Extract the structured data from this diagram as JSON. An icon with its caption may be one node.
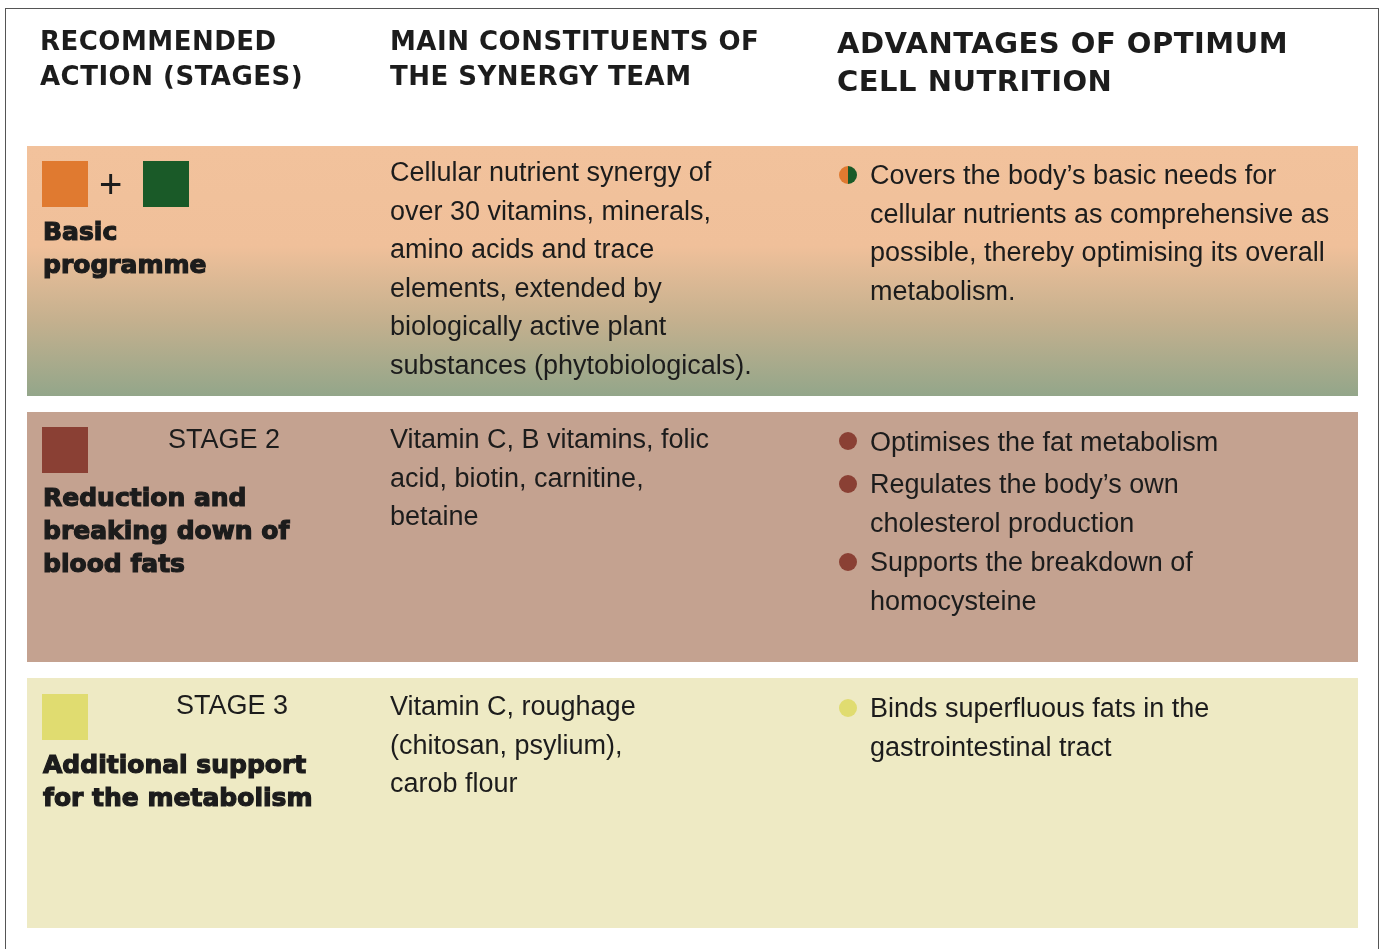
{
  "diagram": {
    "labels": [
      "RECOMMENDED ACTION (STAGES)",
      "MAIN CONSTITUENTS OF THE SYNERGY TEAM",
      "ADVANTAGES OF OPTIMUM CELL NUTRITION",
      "+",
      "Basic programme",
      "Cellular nutrient synergy of over 30 vitamins, minerals, amino acids and trace elements, extended by biologically active plant substances (phytobiologicals).",
      "Covers the body’s basic needs for cellular nutrients as comprehensive as possible, thereby optimising its overall metabolism.",
      "STAGE 2",
      "Reduction and breaking down of blood fats",
      "Vitamin C, B vitamins, folic acid, biotin, carnitine, betaine",
      "Optimises the fat metabolism",
      "Regulates the body’s own cholesterol production",
      "Supports the breakdown of homocysteine",
      "STAGE 3",
      "Additional support for the metabolism",
      "Vitamin C, roughage (chitosan, psylium), carob flour",
      "Binds superfluous fats in the gastrointestinal tract"
    ]
  }
}
